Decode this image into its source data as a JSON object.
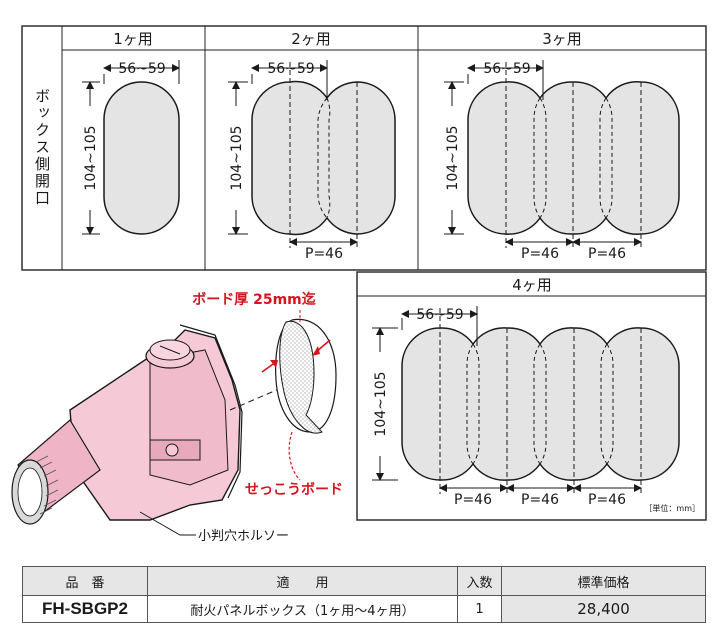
{
  "top_table": {
    "row_label": "ボックス側開口",
    "columns": [
      "1ヶ用",
      "2ヶ用",
      "3ヶ用"
    ]
  },
  "box4": {
    "title": "4ヶ用"
  },
  "dims": {
    "width": "56~59",
    "height": "104~105",
    "pitch": "P=46"
  },
  "unit_note": "［単位：mm］",
  "callouts": {
    "board_thickness": "ボード厚 25mm迄",
    "gypsum_board": "せっこうボード",
    "hole_saw": "小判穴ホルソー"
  },
  "spec_table": {
    "headers": [
      "品　番",
      "適　　用",
      "入数",
      "標準価格"
    ],
    "row": {
      "model": "FH-SBGP2",
      "application": "耐火パネルボックス（1ヶ用～4ヶ用）",
      "qty": "1",
      "price": "28,400"
    }
  },
  "colors": {
    "opening_fill": "#e4e4e4",
    "tool_pink": "#f5c9d6",
    "accent_red": "#d6141e"
  }
}
